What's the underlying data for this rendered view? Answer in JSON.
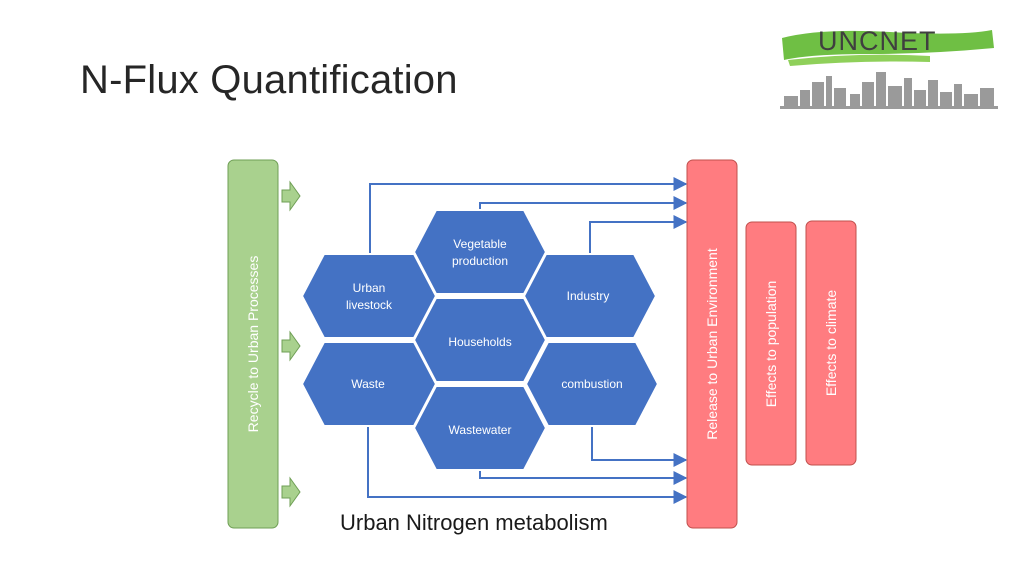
{
  "title": "N-Flux Quantification",
  "logo": {
    "text": "UNCNET"
  },
  "colors": {
    "hexagon": "#4472c4",
    "arrow": "#4472c4",
    "recycle_bar": "#a9d18e",
    "release_bar": "#ff7c80",
    "effect_bar": "#ff7c80"
  },
  "diagram": {
    "recycle_label": "Recycle to Urban Processes",
    "release_label": "Release to Urban Environment",
    "effects_population": "Effects to population",
    "effects_climate": "Effects to climate",
    "hexagons": {
      "vegetable_line1": "Vegetable",
      "vegetable_line2": "production",
      "livestock_line1": "Urban",
      "livestock_line2": "livestock",
      "industry": "Industry",
      "households": "Households",
      "waste": "Waste",
      "combustion": "combustion",
      "wastewater": "Wastewater"
    },
    "caption": "Urban Nitrogen metabolism"
  }
}
